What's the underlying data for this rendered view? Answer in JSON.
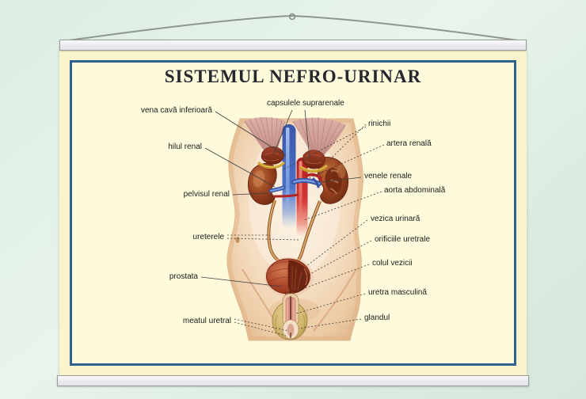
{
  "title": "SISTEMUL NEFRO-URINAR",
  "labels": {
    "vena_cava": "vena cavă inferioară",
    "hilul_renal": "hilul renal",
    "pelvisul_renal": "pelvisul renal",
    "ureterele": "ureterele",
    "prostata": "prostata",
    "meatul_uretral": "meatul uretral",
    "capsulele_suprarenale": "capsulele suprarenale",
    "rinichii": "rinichii",
    "artera_renala": "artera renală",
    "venele_renale": "venele renale",
    "aorta_abdominala": "aorta abdominală",
    "vezica_urinara": "vezica urinară",
    "orificiile_uretrale": "orificiile uretrale",
    "colul_vezicii": "colul vezicii",
    "uretra_masculina": "uretra masculină",
    "glandul": "glandul"
  },
  "colors": {
    "background_green": "#dcebe0",
    "poster_cream": "#faf4cd",
    "frame_blue": "#2e6391",
    "title_color": "#26262d",
    "skin": "#f3d9ba",
    "muscle_pink": "#cf9d98",
    "kidney_brown": "#8a3a1c",
    "vena_cava_blue": "#4a6fc4",
    "aorta_red": "#d84040",
    "bladder_red": "#b0492c",
    "scrotum_tan": "#cdb269",
    "rail_gray": "#ececf2"
  }
}
